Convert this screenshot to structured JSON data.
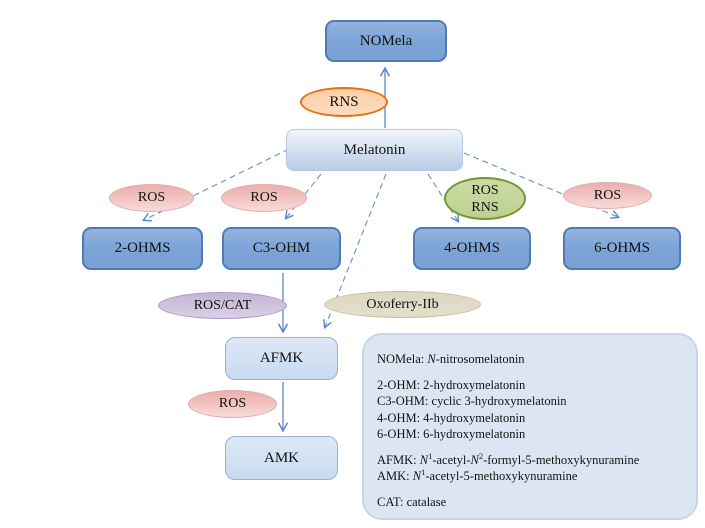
{
  "nodes": {
    "nomela": "NOMela",
    "melatonin": "Melatonin",
    "ohms2": "2-OHMS",
    "c3ohm": "C3-OHM",
    "ohms4": "4-OHMS",
    "ohms6": "6-OHMS",
    "afmk": "AFMK",
    "amk": "AMK"
  },
  "reagents": {
    "rns": "RNS",
    "ros_left": "ROS",
    "ros_mid": "ROS",
    "ros_rns_line1": "ROS",
    "ros_rns_line2": "RNS",
    "ros_right": "ROS",
    "ros_cat": "ROS/CAT",
    "oxoferry": "Oxoferry-IIb",
    "ros_bottom": "ROS"
  },
  "legend": {
    "nomela_prefix": "NOMela: ",
    "nomela_n": "N",
    "nomela_rest": "-nitrosomelatonin",
    "ohm2": "2-OHM: 2-hydroxymelatonin",
    "c3ohm": "C3-OHM: cyclic 3-hydroxymelatonin",
    "ohm4": "4-OHM: 4-hydroxymelatonin",
    "ohm6": "6-OHM: 6-hydroxymelatonin",
    "afmk_prefix": "AFMK: ",
    "afmk_n1": "N",
    "afmk_sup1": "1",
    "afmk_mid": "-acetyl-",
    "afmk_n2": "N",
    "afmk_sup2": "2",
    "afmk_rest": "-formyl-5-methoxykynuramine",
    "amk_prefix": "AMK: ",
    "amk_n": "N",
    "amk_sup": "1",
    "amk_rest": "-acetyl-5-methoxykynuramine",
    "cat": "CAT: catalase"
  },
  "colors": {
    "node_blue": "#7ba3d5",
    "node_blue_border": "#4e7ab5",
    "pale_blue": "#cfdded",
    "legend_bg": "#dce6f2",
    "pink": "#f2c6c4",
    "orange_fill": "#fcd6b5",
    "orange_border": "#e8720c",
    "green_fill": "#c2d69a",
    "green_border": "#77933c",
    "purple_fill": "#ccc1da",
    "tan_fill": "#ded9c3",
    "arrow_blue": "#5b87c5"
  }
}
